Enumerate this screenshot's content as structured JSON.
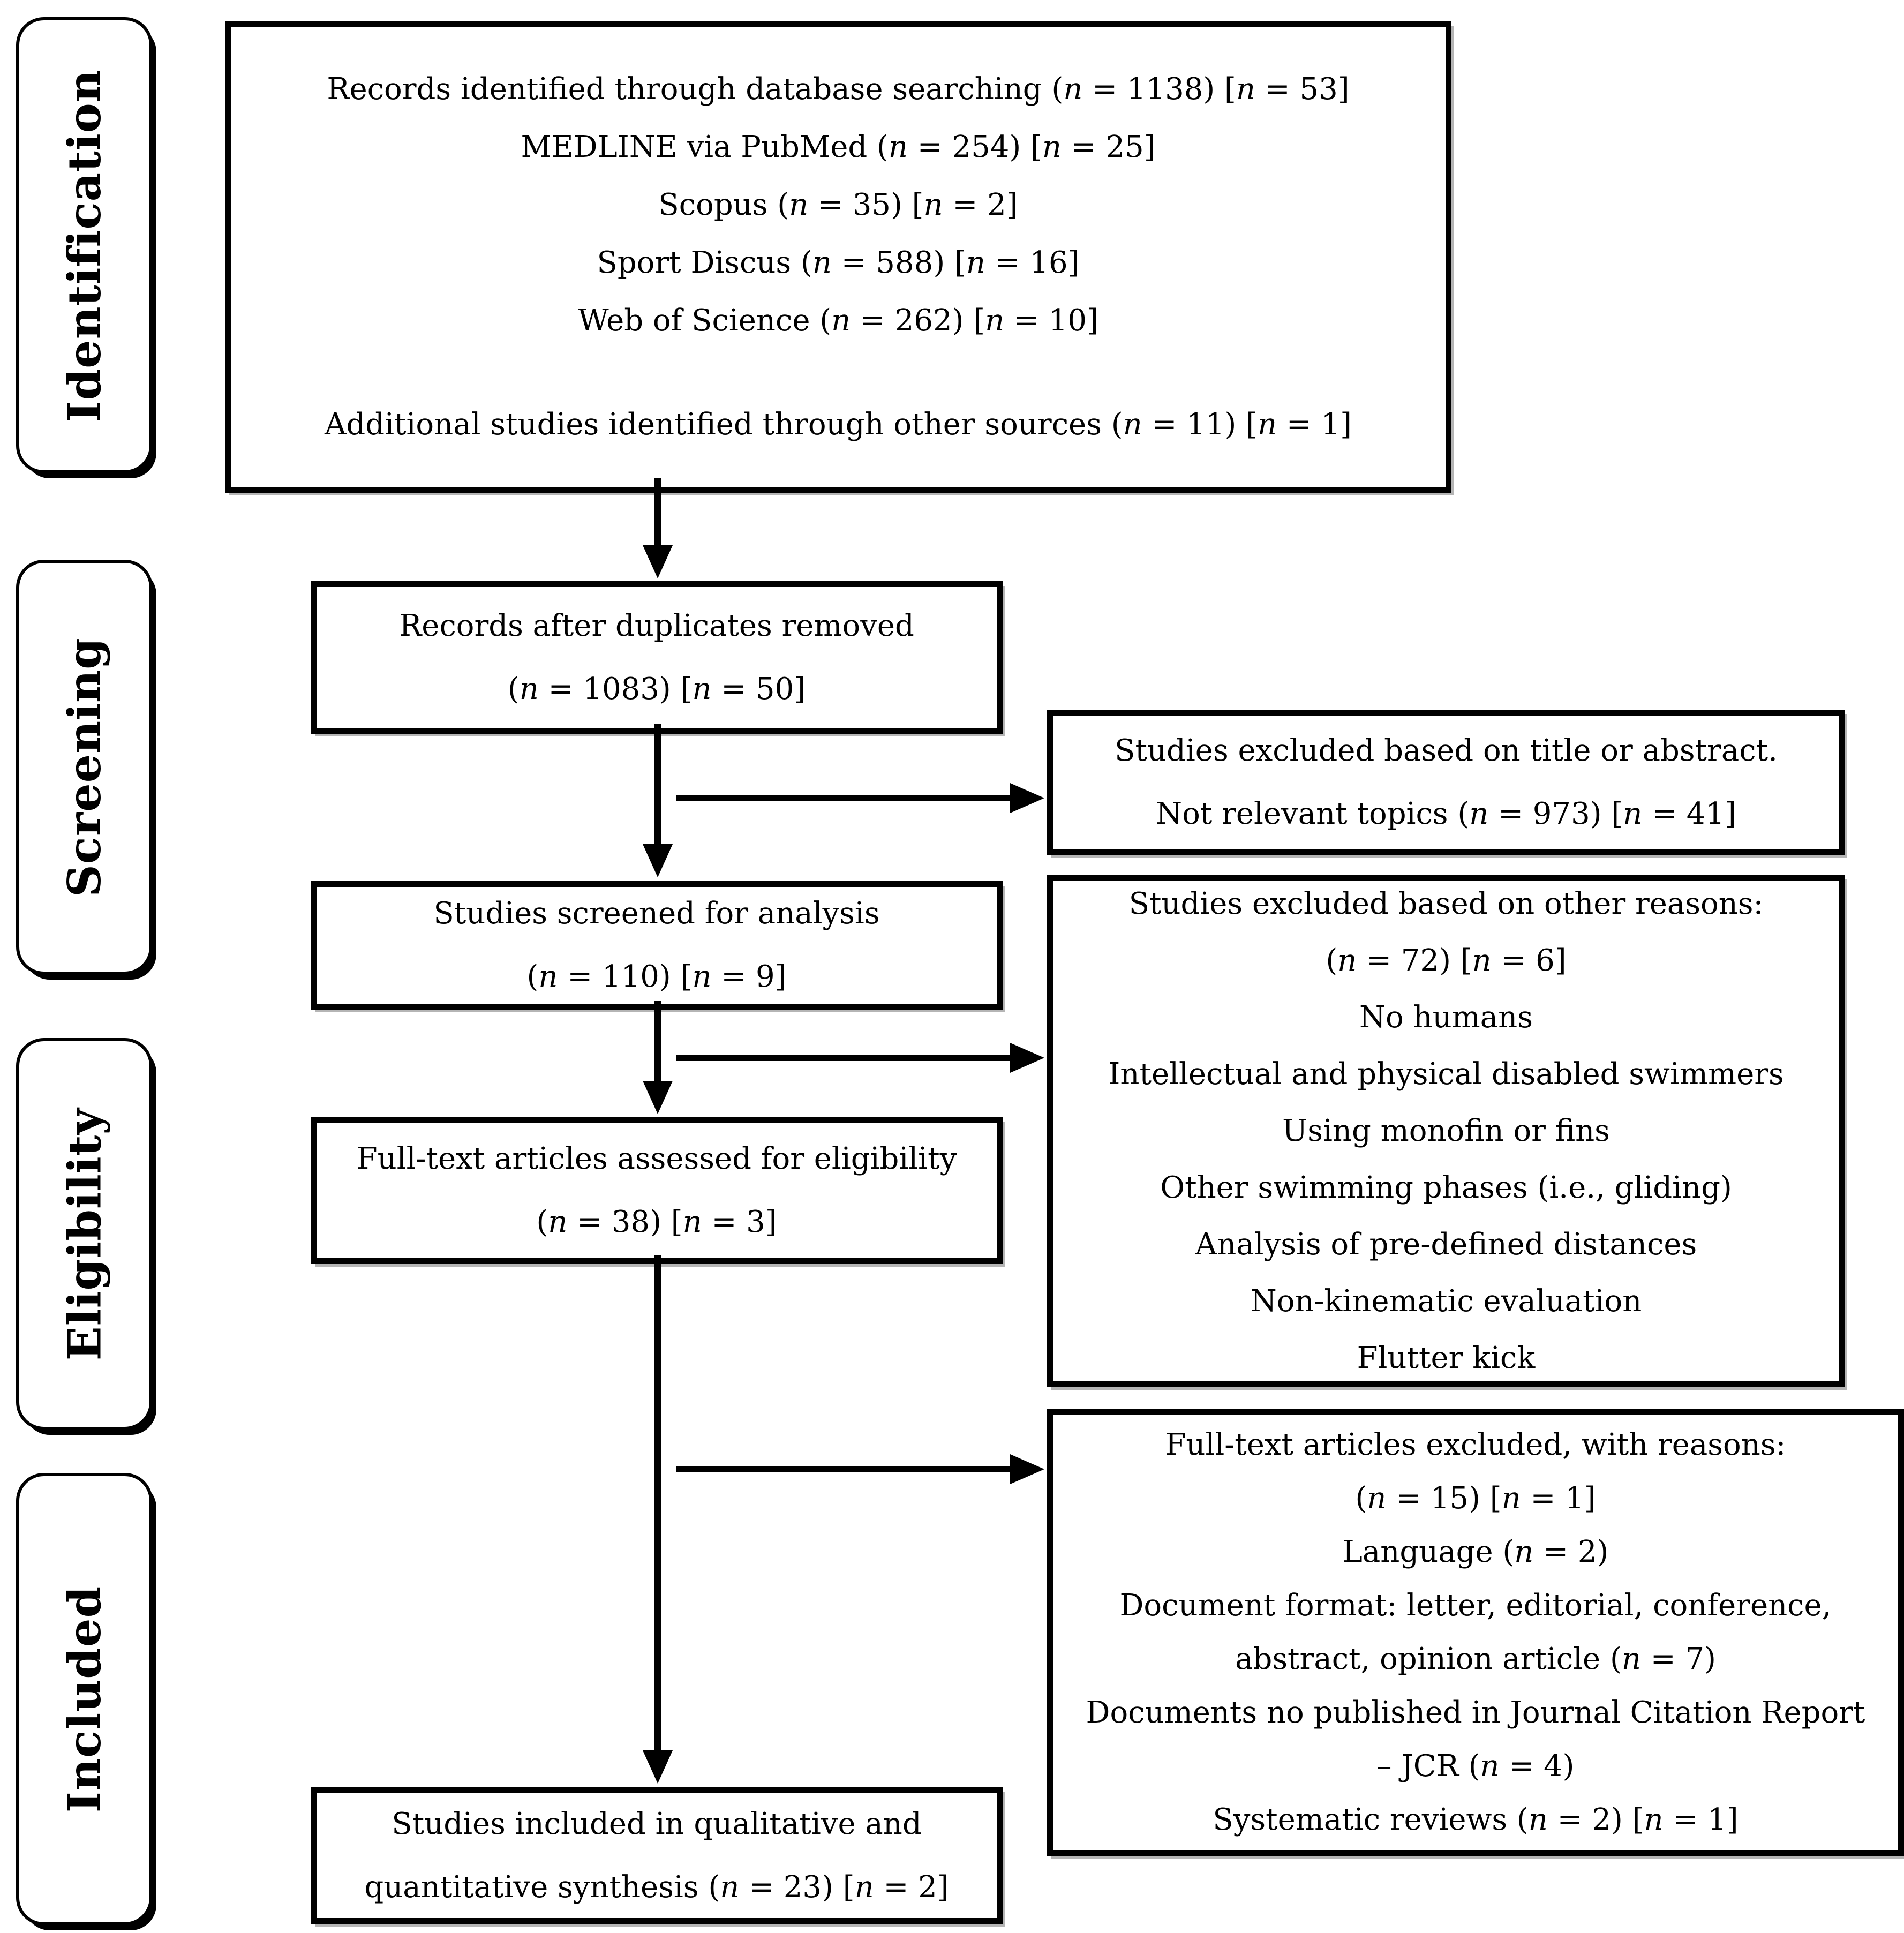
{
  "stages": {
    "identification": "Identification",
    "screening": "Screening",
    "eligibility": "Eligibility",
    "included": "Included"
  },
  "flow_boxes": {
    "records_identified": {
      "lines": [
        "Records identified through database searching (n = 1138) [n = 53]",
        "MEDLINE via PubMed (n = 254) [n = 25]",
        "Scopus (n = 35) [n = 2]",
        "Sport Discus (n = 588) [n = 16]",
        "Web of Science (n = 262) [n = 10]",
        "Additional studies identified through other sources (n = 11) [n = 1]"
      ]
    },
    "duplicates_removed": {
      "lines": [
        "Records after duplicates removed",
        "(n = 1083) [n = 50]"
      ]
    },
    "studies_screened": {
      "lines": [
        "Studies screened for analysis",
        "(n = 110) [n = 9]"
      ]
    },
    "fulltext_assessed": {
      "lines": [
        "Full-text articles assessed for eligibility",
        "(n = 38) [n = 3]"
      ]
    },
    "studies_included": {
      "lines": [
        "Studies included in qualitative and",
        "quantitative synthesis (n = 23) [n = 2]"
      ]
    }
  },
  "exclusion_boxes": {
    "title_abstract": {
      "lines": [
        "Studies excluded based on title or abstract.",
        "Not relevant topics (n = 973) [n = 41]"
      ]
    },
    "other_reasons": {
      "lines": [
        "Studies excluded based on other reasons:",
        "(n = 72) [n = 6]",
        "No humans",
        "Intellectual and physical disabled swimmers",
        "Using monofin or fins",
        "Other swimming phases (i.e., gliding)",
        "Analysis of pre-defined distances",
        "Non-kinematic evaluation",
        "Flutter kick"
      ]
    },
    "fulltext_excluded": {
      "lines": [
        "Full-text articles excluded, with reasons:",
        "(n = 15) [n = 1]",
        "Language (n = 2)",
        "Document format: letter, editorial, conference, abstract, opinion article (n = 7)",
        "Documents no published in Journal Citation Report – JCR (n = 4)",
        "Systematic reviews (n = 2) [n = 1]"
      ]
    }
  }
}
